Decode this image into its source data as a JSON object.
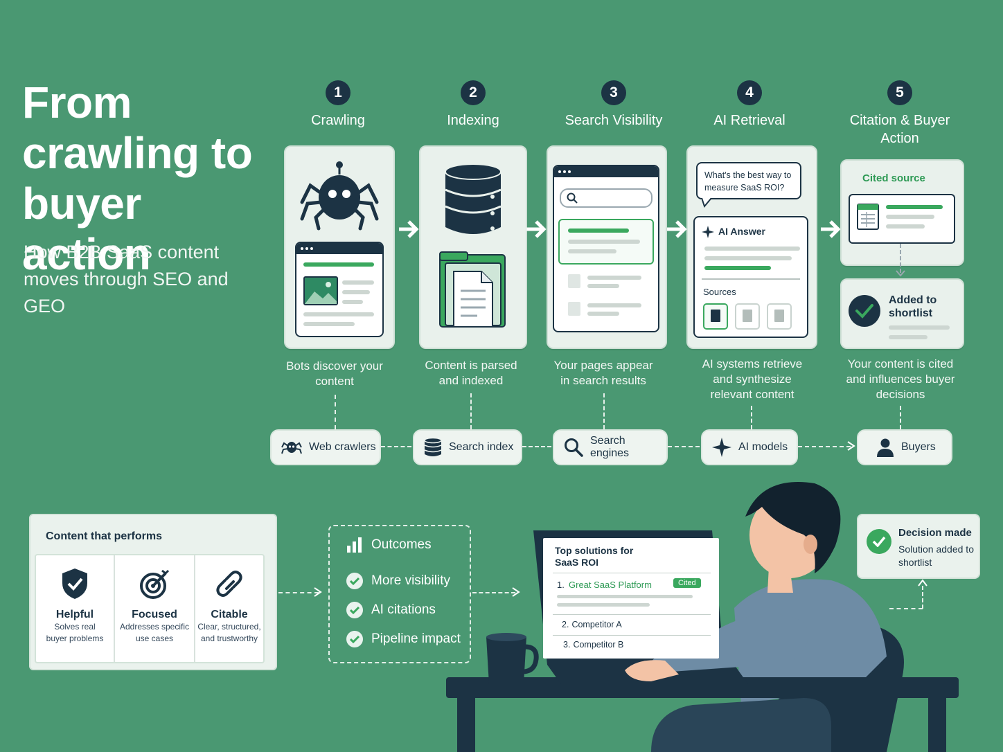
{
  "title": "From crawling to buyer action",
  "subtitle": "How B2B SaaS content moves through SEO and GEO",
  "steps": [
    {
      "number": "1",
      "name": "Crawling",
      "description": "Bots discover your content",
      "actor": "Web crawlers"
    },
    {
      "number": "2",
      "name": "Indexing",
      "description": "Content is parsed and indexed",
      "actor": "Search index"
    },
    {
      "number": "3",
      "name": "Search Visibility",
      "description": "Your pages appear in search results",
      "actor": "Search engines"
    },
    {
      "number": "4",
      "name": "AI Retrieval",
      "description": "AI systems retrieve and synthesize relevant content",
      "actor": "AI models"
    },
    {
      "number": "5",
      "name": "Citation & Buyer Action",
      "description": "Your content is cited and influences buyer decisions",
      "actor": "Buyers"
    }
  ],
  "ai_card": {
    "question": "What's the best way to measure SaaS ROI?",
    "answer_label": "AI Answer",
    "sources_label": "Sources"
  },
  "citation_card": {
    "cited_source": "Cited source",
    "added_label": "Added to shortlist"
  },
  "content_panel": {
    "title": "Content that performs",
    "items": [
      {
        "name": "Helpful",
        "detail": "Solves real buyer problems"
      },
      {
        "name": "Focused",
        "detail": "Addresses specific use cases"
      },
      {
        "name": "Citable",
        "detail": "Clear, structured, and trustworthy"
      }
    ]
  },
  "outcomes": {
    "title": "Outcomes",
    "items": [
      "More visibility",
      "AI citations",
      "Pipeline impact"
    ]
  },
  "laptop": {
    "heading": "Top solutions for SaaS ROI",
    "results": [
      {
        "rank": "1.",
        "name": "Great SaaS Platform",
        "badge": "Cited"
      },
      {
        "rank": "2.",
        "name": "Competitor A"
      },
      {
        "rank": "3.",
        "name": "Competitor B"
      }
    ]
  },
  "decision": {
    "title": "Decision made",
    "detail": "Solution added to shortlist"
  },
  "colors": {
    "background": "#4a9872",
    "navy": "#1c3344",
    "accent": "#3aa85e"
  }
}
